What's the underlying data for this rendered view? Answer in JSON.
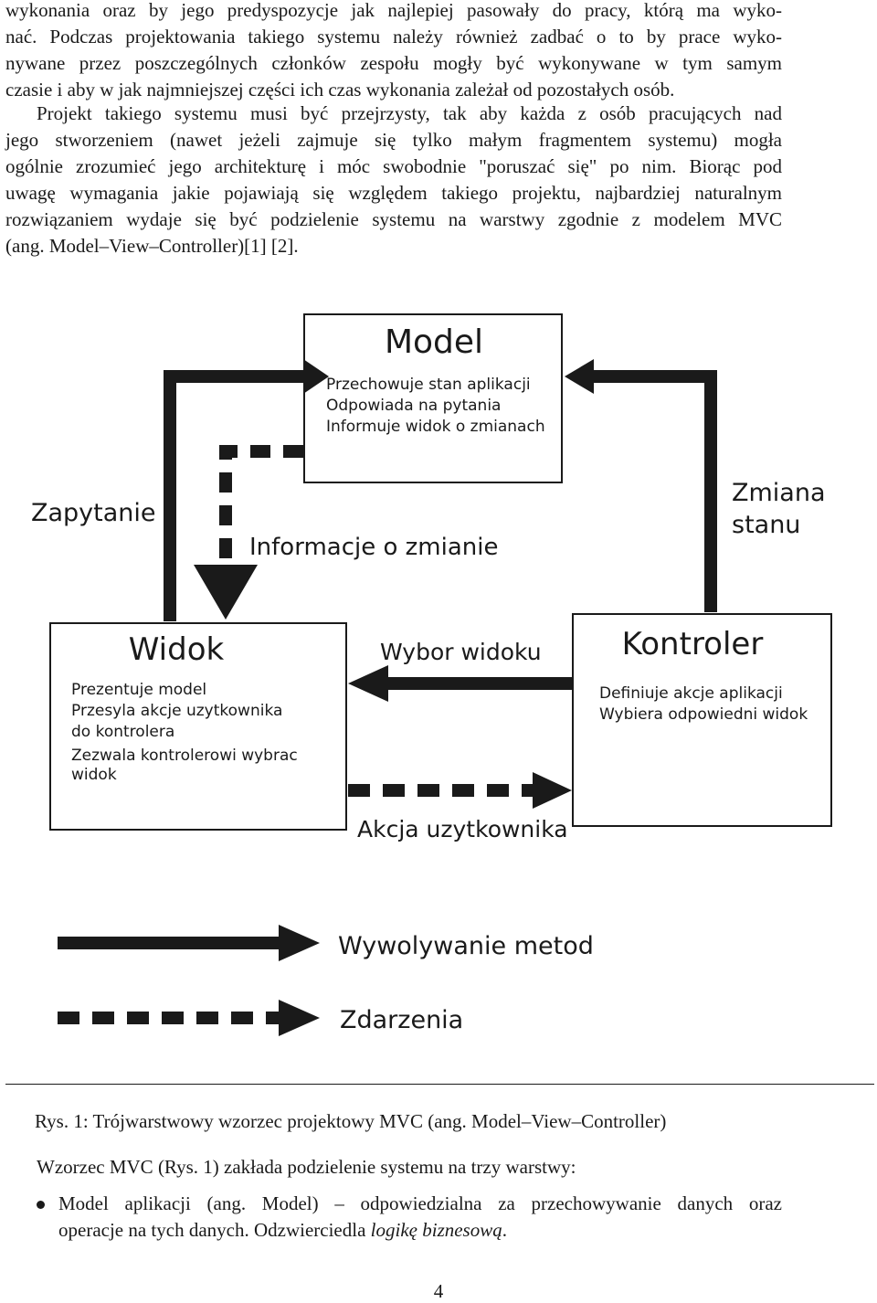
{
  "paragraph1": {
    "lines": [
      "wykonania oraz by jego predyspozycje jak najlepiej pasowały do pracy, którą ma wyko-",
      "nać. Podczas projektowania takiego systemu należy również zadbać o to by prace wyko-",
      "nywane przez poszczególnych członków zespołu mogły być wykonywane w tym samym",
      "czasie i aby w jak najmniejszej części ich czas wykonania zależał od pozostałych osób."
    ]
  },
  "paragraph2": {
    "lines": [
      "Projekt takiego systemu musi być przejrzysty, tak aby każda z osób pracujących nad",
      "jego stworzeniem (nawet jeżeli zajmuje się tylko małym fragmentem systemu) mogła",
      "ogólnie zrozumieć jego architekturę i móc swobodnie \"poruszać się\" po nim. Biorąc pod",
      "uwagę wymagania jakie pojawiają się względem takiego projektu, najbardziej naturalnym",
      "rozwiązaniem wydaje się być podzielenie systemu na warstwy zgodnie z modelem MVC",
      "(ang. Model–View–Controller)[1] [2]."
    ]
  },
  "diagram": {
    "model": {
      "title": "Model",
      "lines": [
        "Przechowuje stan aplikacji",
        "Odpowiada na pytania",
        "Informuje widok o zmianach"
      ]
    },
    "view": {
      "title": "Widok",
      "lines": [
        "Prezentuje model",
        "Przesyla akcje uzytkownika",
        "do kontrolera",
        "Zezwala kontrolerowi wybrac",
        "widok"
      ]
    },
    "controller": {
      "title": "Kontroler",
      "lines": [
        "Definiuje akcje aplikacji",
        "Wybiera odpowiedni widok"
      ]
    },
    "labels": {
      "query": "Zapytanie",
      "change_info": "Informacje o zmianie",
      "state_change_1": "Zmiana",
      "state_change_2": "stanu",
      "view_select": "Wybor widoku",
      "user_action": "Akcja uzytkownika"
    },
    "legend": {
      "method_calls": "Wywolywanie metod",
      "events": "Zdarzenia"
    }
  },
  "caption": "Rys. 1: Trójwarstwowy wzorzec projektowy MVC (ang. Model–View–Controller)",
  "intro": "Wzorzec MVC (Rys. 1) zakłada podzielenie systemu na trzy warstwy:",
  "bullet": {
    "line1": "Model aplikacji (ang. Model) – odpowiedzialna za przechowywanie danych oraz",
    "line2_pre": "operacje na tych danych. Odzwierciedla ",
    "line2_em": "logikę biznesową",
    "line2_post": "."
  },
  "page_number": "4"
}
